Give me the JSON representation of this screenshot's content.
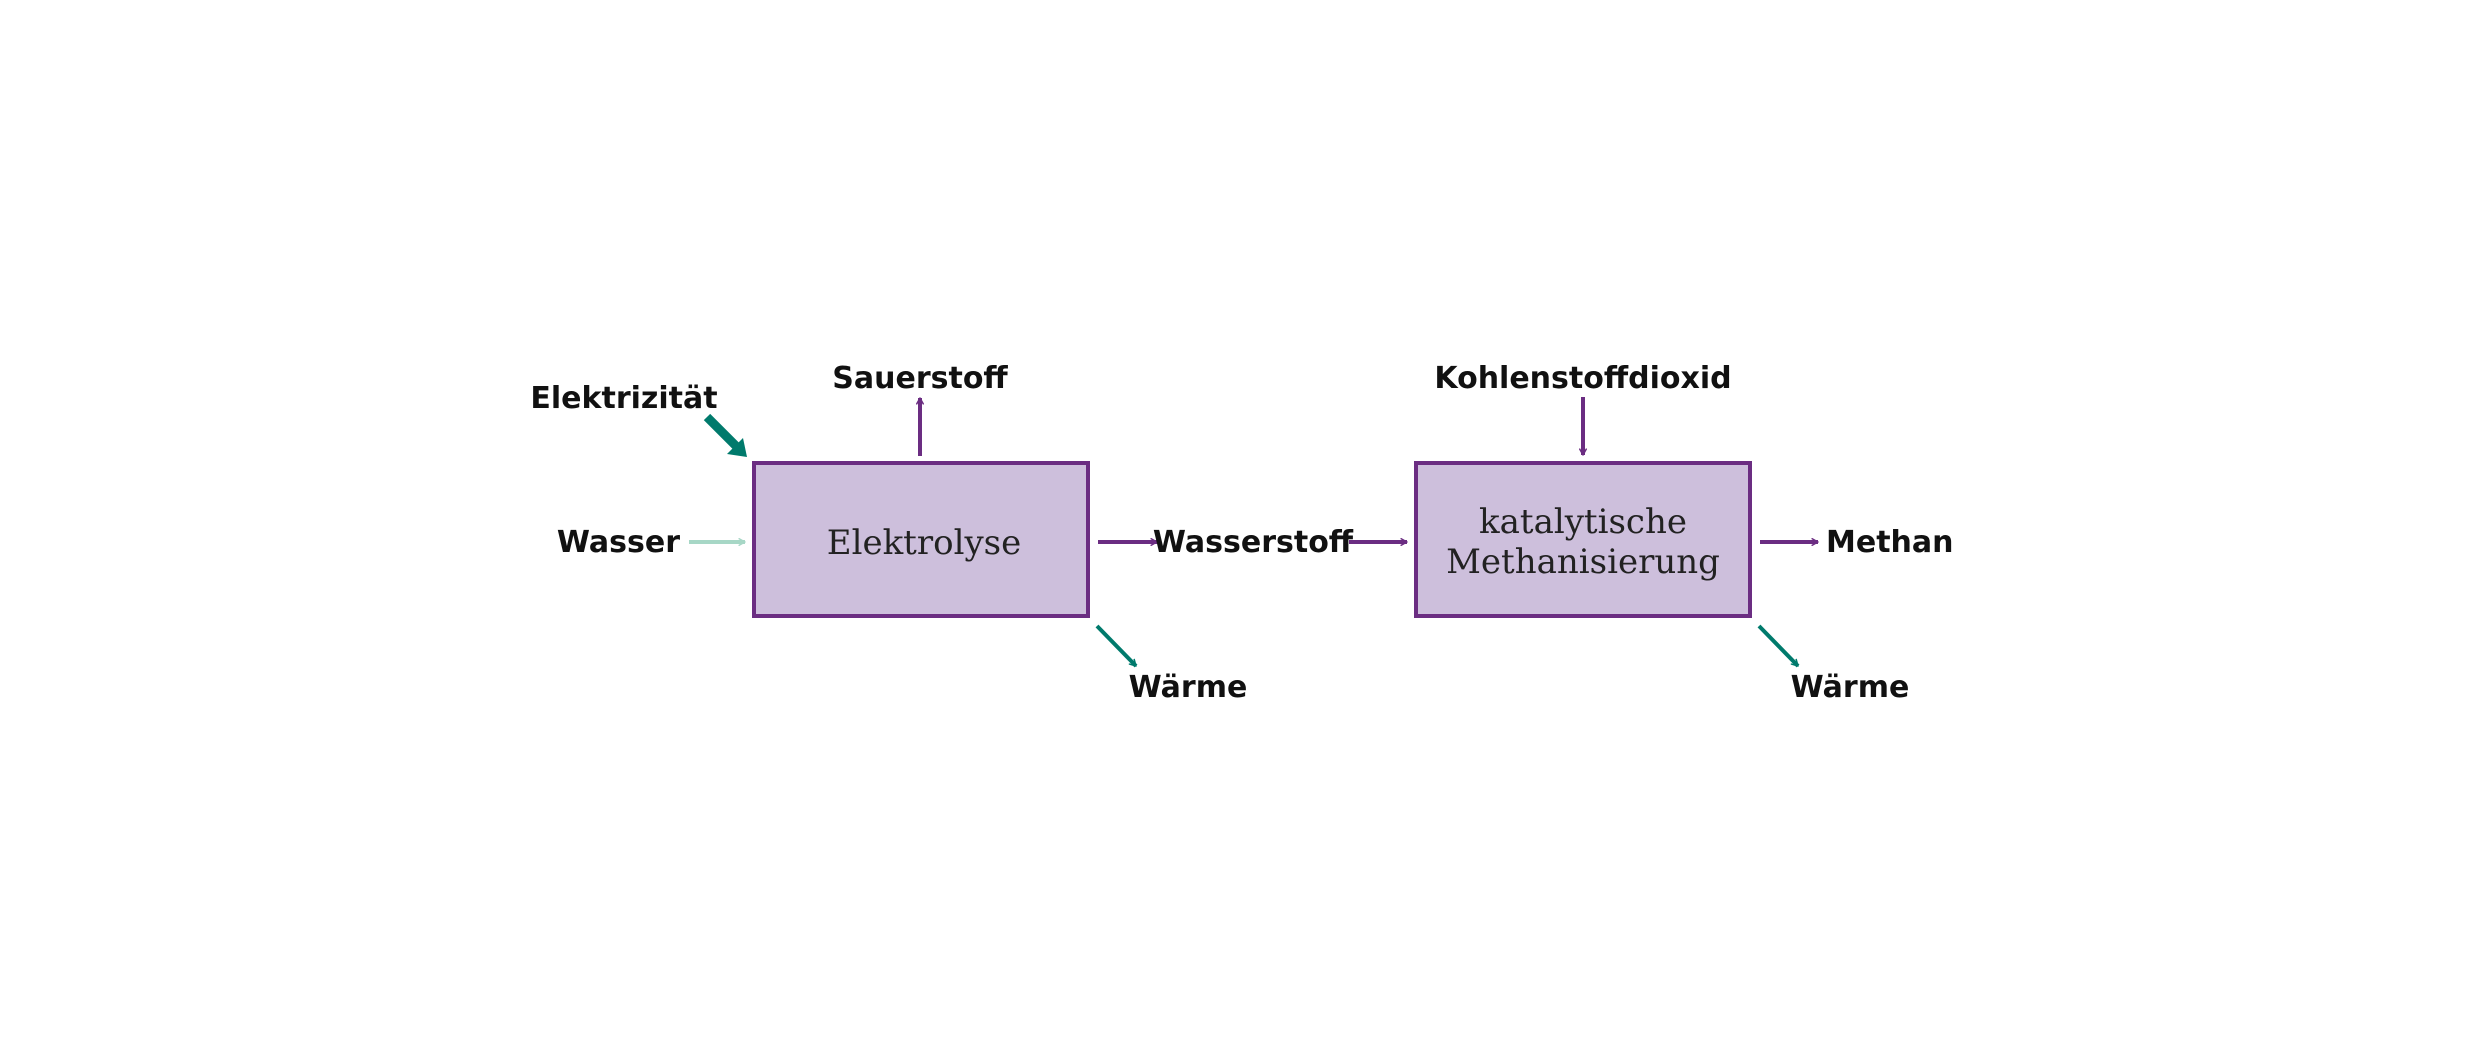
{
  "colors": {
    "purple": "#6b2d82",
    "box_fill": "#cdbfdc",
    "teal": "#007a6c",
    "light_teal": "#a7d7c6",
    "text": "#111111"
  },
  "labels": {
    "elektrizitaet": "Elektrizität",
    "sauerstoff": "Sauerstoff",
    "wasser": "Wasser",
    "wasserstoff": "Wasserstoff",
    "waerme_1": "Wärme",
    "kohlenstoffdioxid": "Kohlenstoffdioxid",
    "methan": "Methan",
    "waerme_2": "Wärme"
  },
  "processes": {
    "elektrolyse": "Elektrolyse",
    "methanisierung_line1": "katalytische",
    "methanisierung_line2": "Methanisierung"
  }
}
